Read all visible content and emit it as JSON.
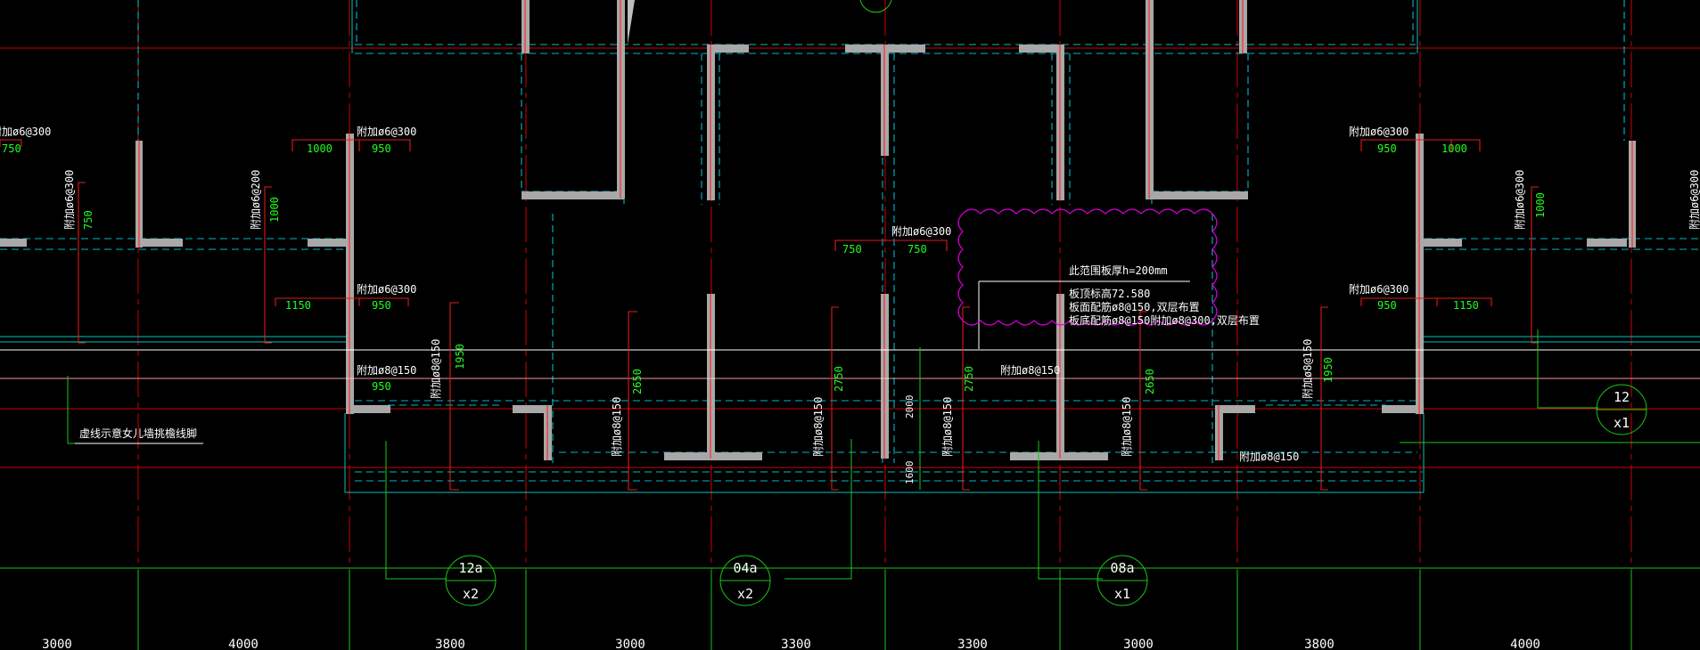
{
  "rebar_notes": {
    "r_a": "附加ø6@300",
    "r_b": "附加ø8@150",
    "r_c": "附加ø6@200"
  },
  "dimensions": {
    "d750": "750",
    "d1000": "1000",
    "d950": "950",
    "d1150": "1150",
    "d1950": "1950",
    "d2650": "2650",
    "d2750": "2750",
    "d2000": "2000",
    "d1600": "1600"
  },
  "notes": {
    "dashed_legend": "虚线示意女儿墙挑檐线脚",
    "slab_line1": "此范围板厚h=200mm",
    "slab_line2": "板顶标高72.580",
    "slab_line3": "板面配筋ø8@150,双层布置",
    "slab_line4": "板底配筋ø8@150附加ø8@300,双层布置"
  },
  "callouts": [
    {
      "top": "12a",
      "bottom": "x2"
    },
    {
      "top": "04a",
      "bottom": "x2"
    },
    {
      "top": "08a",
      "bottom": "x1"
    },
    {
      "top": "12",
      "bottom": "x1"
    }
  ],
  "axis_dimensions": [
    "3000",
    "4000",
    "3800",
    "3000",
    "3300",
    "3300",
    "3000",
    "3800",
    "4000"
  ],
  "colors": {
    "background": "#000000",
    "wall": "#a8a8a8",
    "axis": "#d10000",
    "dashed_outline": "#00b8c8",
    "dimension_text": "#20ff20",
    "revision_cloud": "#e000e0"
  }
}
